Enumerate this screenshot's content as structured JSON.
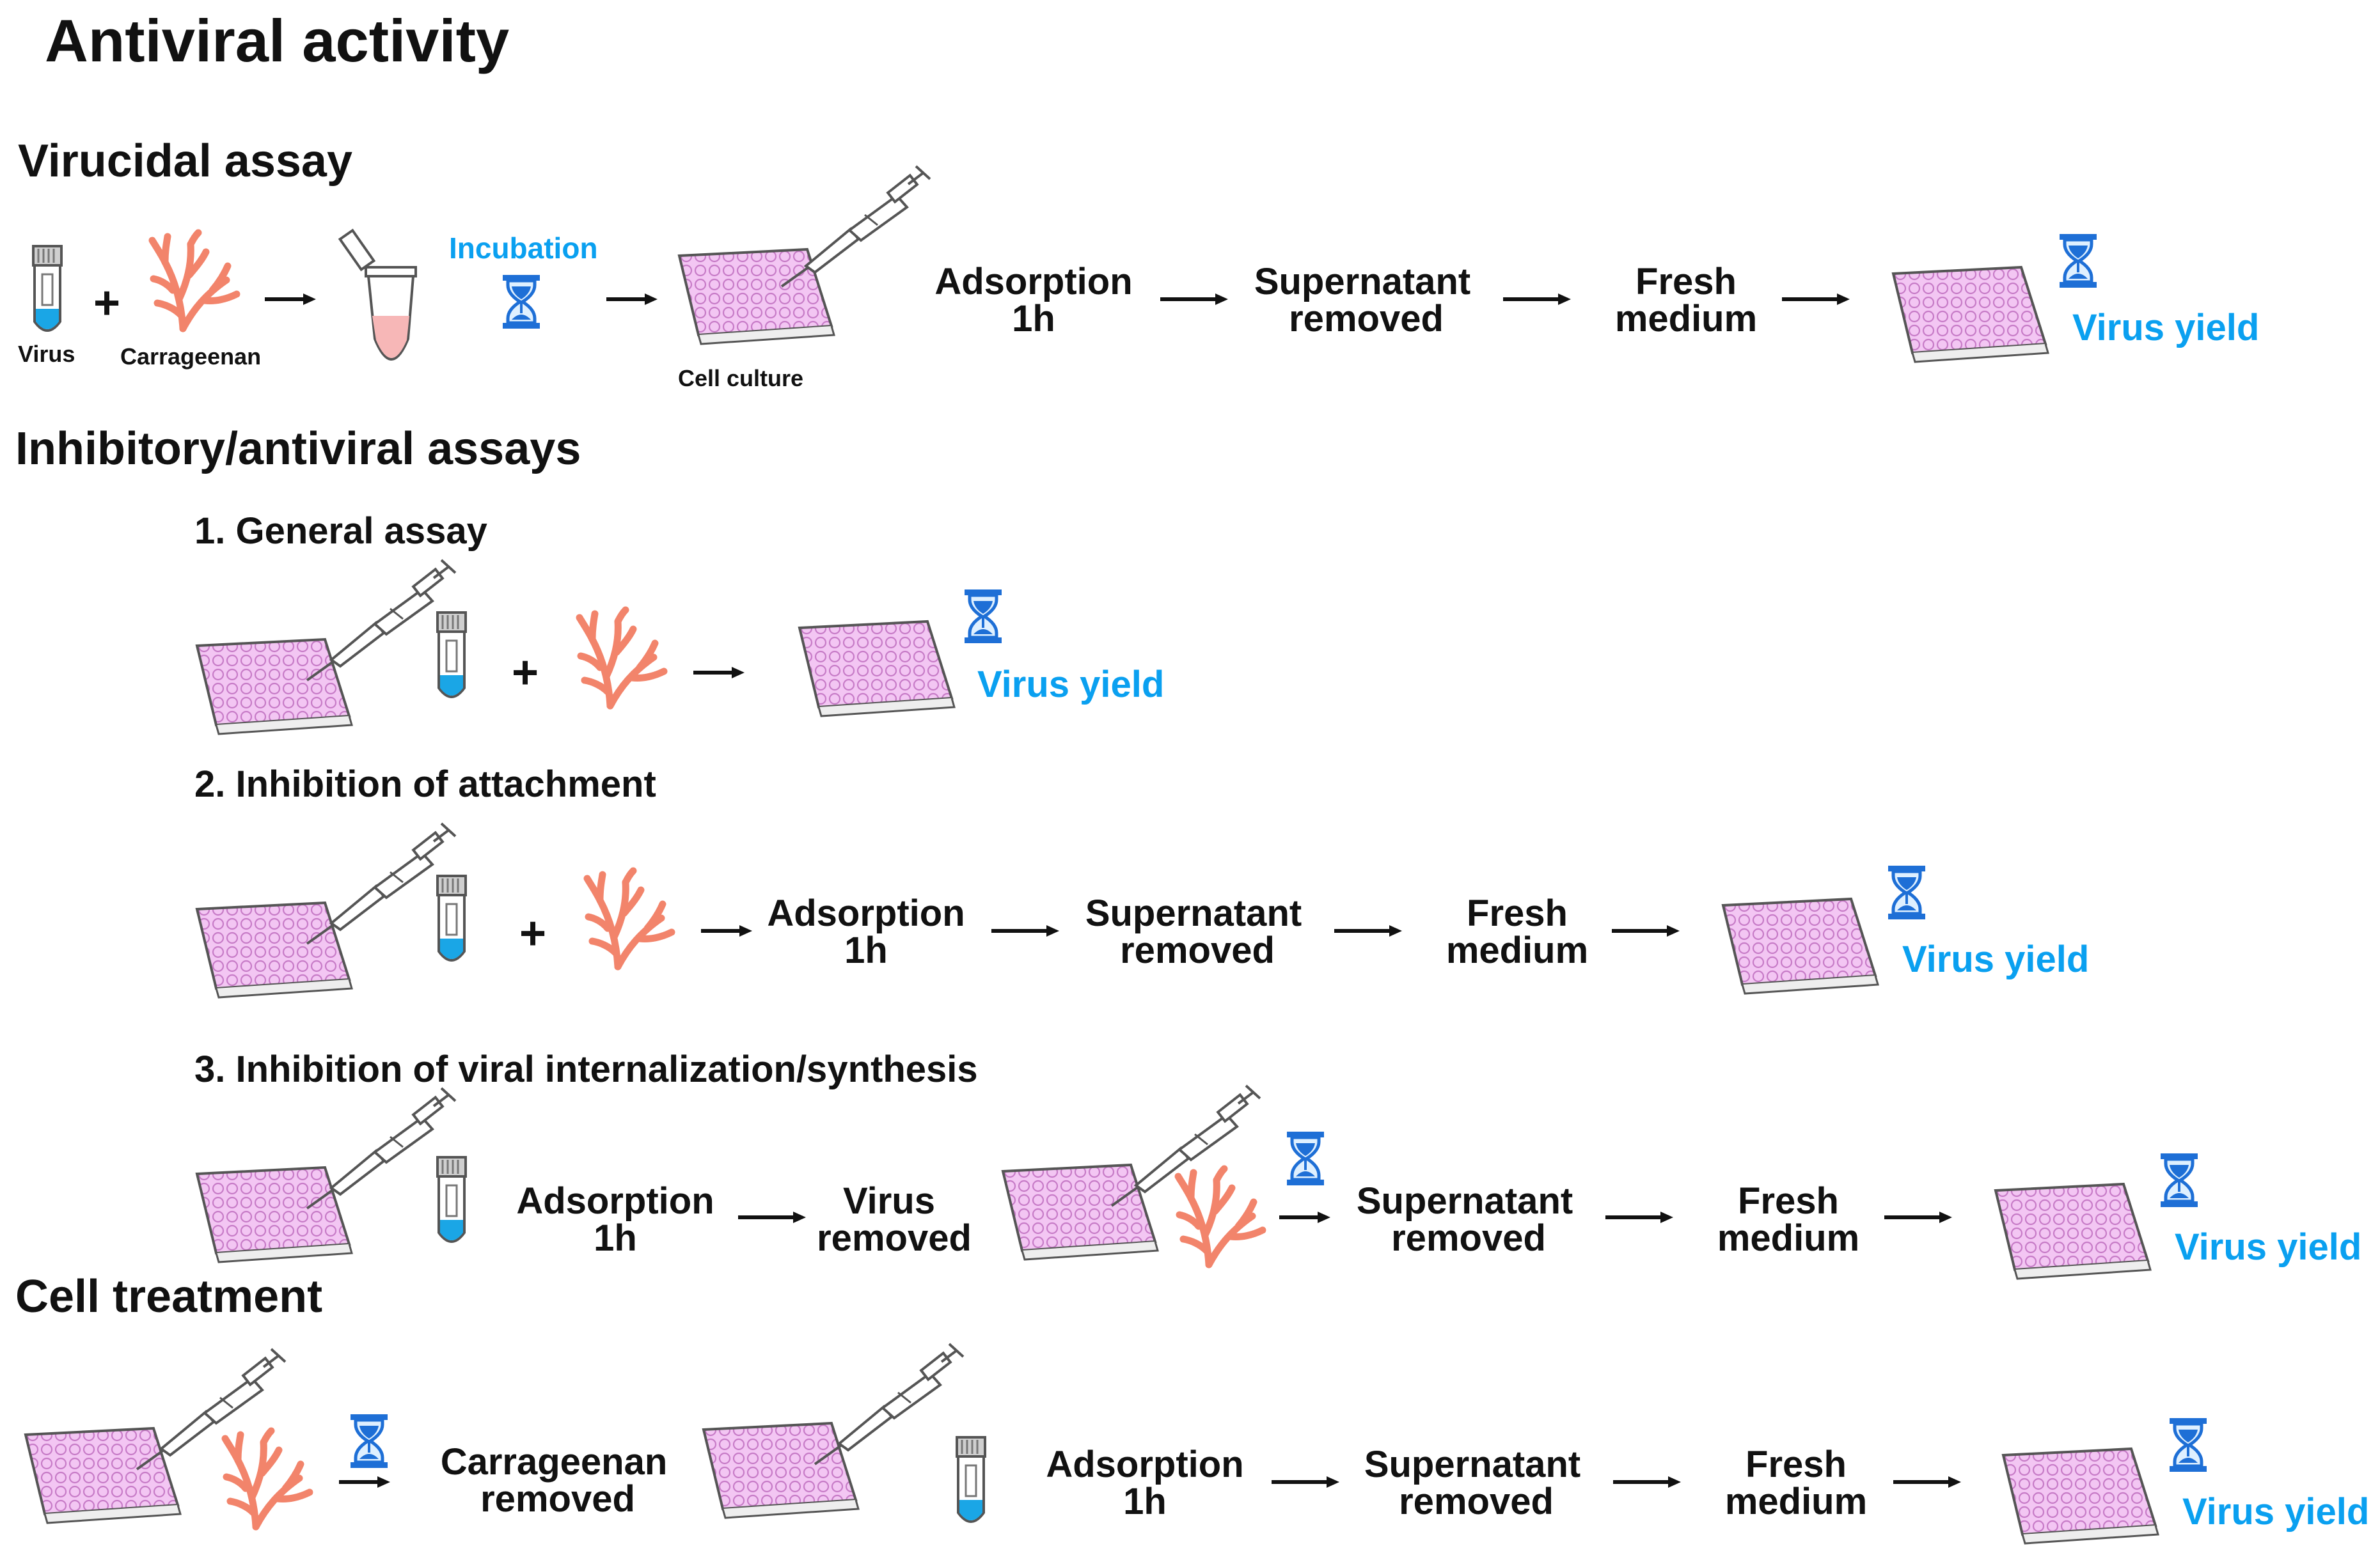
{
  "title": "Antiviral activity",
  "colors": {
    "text": "#111111",
    "accent": "#0aa0f0",
    "plate": "#f3c6f3",
    "plate_grid": "#c77bc7",
    "seaweed": "#f2846b",
    "virus_liquid": "#1aa6e6",
    "incubated_liquid": "#f7b7b7",
    "hourglass": "#1e6fd6"
  },
  "icons": [
    "vial-icon",
    "seaweed-icon",
    "eppendorf-tube-icon",
    "hourglass-icon",
    "cell-plate-icon",
    "pipette-icon",
    "arrow-icon",
    "plus-icon"
  ],
  "sections": {
    "virucidal": {
      "heading": "Virucidal assay",
      "virus_label": "Virus",
      "carrageenan_label": "Carrageenan",
      "incubation_label": "Incubation",
      "cell_culture_label": "Cell culture",
      "adsorption": [
        "Adsorption",
        "1h"
      ],
      "supernatant": [
        "Supernatant",
        "removed"
      ],
      "fresh": [
        "Fresh",
        "medium"
      ],
      "yield": "Virus yield"
    },
    "inhibitory": {
      "heading": "Inhibitory/antiviral assays",
      "general": {
        "title": "1. General assay",
        "yield": "Virus yield"
      },
      "attachment": {
        "title": "2. Inhibition of attachment",
        "adsorption": [
          "Adsorption",
          "1h"
        ],
        "supernatant": [
          "Supernatant",
          "removed"
        ],
        "fresh": [
          "Fresh",
          "medium"
        ],
        "yield": "Virus yield"
      },
      "internalization": {
        "title": "3. Inhibition of viral internalization/synthesis",
        "adsorption": [
          "Adsorption",
          "1h"
        ],
        "virus_removed": [
          "Virus",
          "removed"
        ],
        "supernatant": [
          "Supernatant",
          "removed"
        ],
        "fresh": [
          "Fresh",
          "medium"
        ],
        "yield": "Virus yield"
      }
    },
    "cell_treatment": {
      "heading": "Cell treatment",
      "carrageenan_removed": [
        "Carrageenan",
        "removed"
      ],
      "adsorption": [
        "Adsorption",
        "1h"
      ],
      "supernatant": [
        "Supernatant",
        "removed"
      ],
      "fresh": [
        "Fresh",
        "medium"
      ],
      "yield": "Virus yield"
    }
  }
}
